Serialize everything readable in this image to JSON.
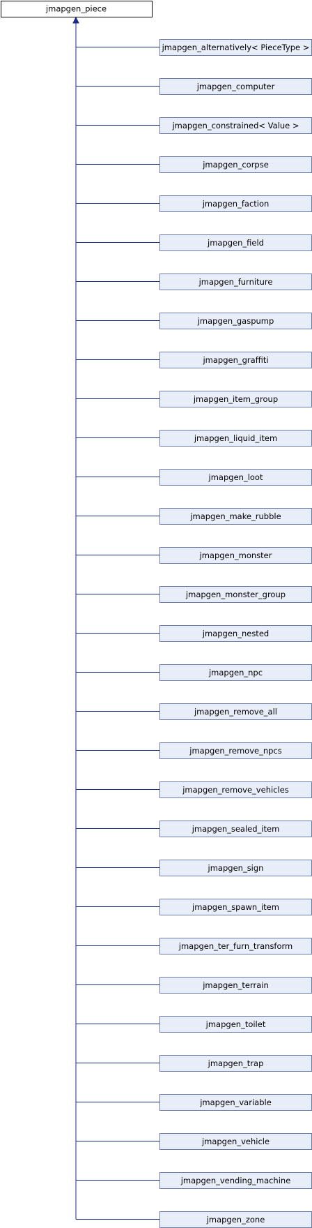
{
  "base": {
    "label": "jmapgen_piece"
  },
  "derived": [
    {
      "label": "jmapgen_alternatively< PieceType >"
    },
    {
      "label": "jmapgen_computer"
    },
    {
      "label": "jmapgen_constrained< Value >"
    },
    {
      "label": "jmapgen_corpse"
    },
    {
      "label": "jmapgen_faction"
    },
    {
      "label": "jmapgen_field"
    },
    {
      "label": "jmapgen_furniture"
    },
    {
      "label": "jmapgen_gaspump"
    },
    {
      "label": "jmapgen_graffiti"
    },
    {
      "label": "jmapgen_item_group"
    },
    {
      "label": "jmapgen_liquid_item"
    },
    {
      "label": "jmapgen_loot"
    },
    {
      "label": "jmapgen_make_rubble"
    },
    {
      "label": "jmapgen_monster"
    },
    {
      "label": "jmapgen_monster_group"
    },
    {
      "label": "jmapgen_nested"
    },
    {
      "label": "jmapgen_npc"
    },
    {
      "label": "jmapgen_remove_all"
    },
    {
      "label": "jmapgen_remove_npcs"
    },
    {
      "label": "jmapgen_remove_vehicles"
    },
    {
      "label": "jmapgen_sealed_item"
    },
    {
      "label": "jmapgen_sign"
    },
    {
      "label": "jmapgen_spawn_item"
    },
    {
      "label": "jmapgen_ter_furn_transform"
    },
    {
      "label": "jmapgen_terrain"
    },
    {
      "label": "jmapgen_toilet"
    },
    {
      "label": "jmapgen_trap"
    },
    {
      "label": "jmapgen_variable"
    },
    {
      "label": "jmapgen_vehicle"
    },
    {
      "label": "jmapgen_vending_machine"
    },
    {
      "label": "jmapgen_zone"
    }
  ],
  "colors": {
    "line": "#1a2a8a",
    "derived_fill": "#e8eef8",
    "derived_border": "#6a7aa8",
    "base_fill": "#ffffff",
    "base_border": "#000000"
  }
}
